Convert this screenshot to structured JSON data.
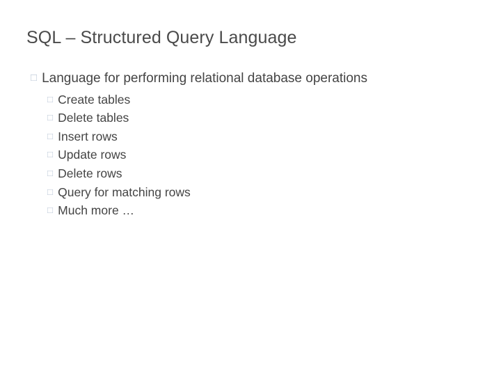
{
  "slide": {
    "title": "SQL – Structured Query Language",
    "bullet_marker": "□",
    "marker_color": "#b9c6d6",
    "text_color": "#444444",
    "background": "#ffffff",
    "level1": [
      {
        "text": "Language for performing relational database operations",
        "children": [
          {
            "text": "Create tables"
          },
          {
            "text": "Delete tables"
          },
          {
            "text": "Insert rows"
          },
          {
            "text": "Update rows"
          },
          {
            "text": "Delete rows"
          },
          {
            "text": "Query for matching rows"
          },
          {
            "text": "Much more …"
          }
        ]
      }
    ]
  }
}
